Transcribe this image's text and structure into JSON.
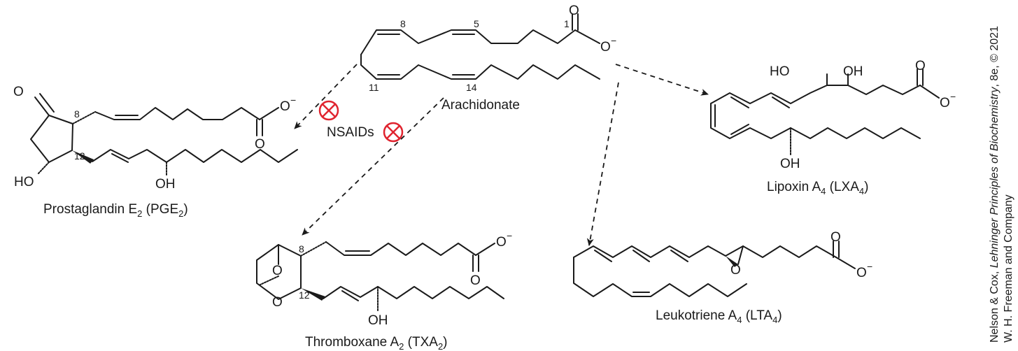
{
  "molecules": {
    "arachidonate": {
      "name": "Arachidonate",
      "carbons": [
        "1",
        "5",
        "8",
        "11",
        "14"
      ]
    },
    "pge2": {
      "name": "Prostaglandin E",
      "sub1": "2",
      "paren": " (PGE",
      "sub2": "2",
      "close": ")",
      "carbons": [
        "8",
        "12"
      ]
    },
    "txa2": {
      "name": "Thromboxane A",
      "sub1": "2",
      "paren": " (TXA",
      "sub2": "2",
      "close": ")",
      "carbons": [
        "8",
        "12"
      ]
    },
    "lxa4": {
      "name": "Lipoxin A",
      "sub1": "4",
      "paren": " (LXA",
      "sub2": "4",
      "close": ")"
    },
    "lta4": {
      "name": "Leukotriene A",
      "sub1": "4",
      "paren": " (LTA",
      "sub2": "4",
      "close": ")"
    }
  },
  "atoms": {
    "O": "O",
    "O_minus": "O",
    "minus": "−",
    "HO": "HO",
    "OH": "OH"
  },
  "inhibitor": {
    "label": "NSAIDs",
    "icon": "inhibition-icon",
    "color": "#e0242f"
  },
  "credit": {
    "line1_prefix": "Nelson & Cox, ",
    "line1_title": "Lehninger Principles of Biochemistry",
    "line1_suffix": ", 8e, © 2021",
    "line2": "W. H. Freeman and Company"
  }
}
